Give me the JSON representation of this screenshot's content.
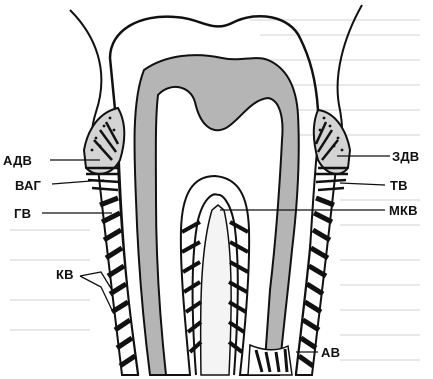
{
  "figure": {
    "labels": {
      "adv": "АДВ",
      "vag": "ВАГ",
      "gv": "ГВ",
      "kv": "КВ",
      "zdv": "ЗДВ",
      "tv": "ТВ",
      "mkv": "МКВ",
      "av": "АВ"
    },
    "colors": {
      "line": "#111111",
      "dentin": "#b5b5b5",
      "pulp": "#ffffff",
      "background": "#ffffff"
    }
  }
}
